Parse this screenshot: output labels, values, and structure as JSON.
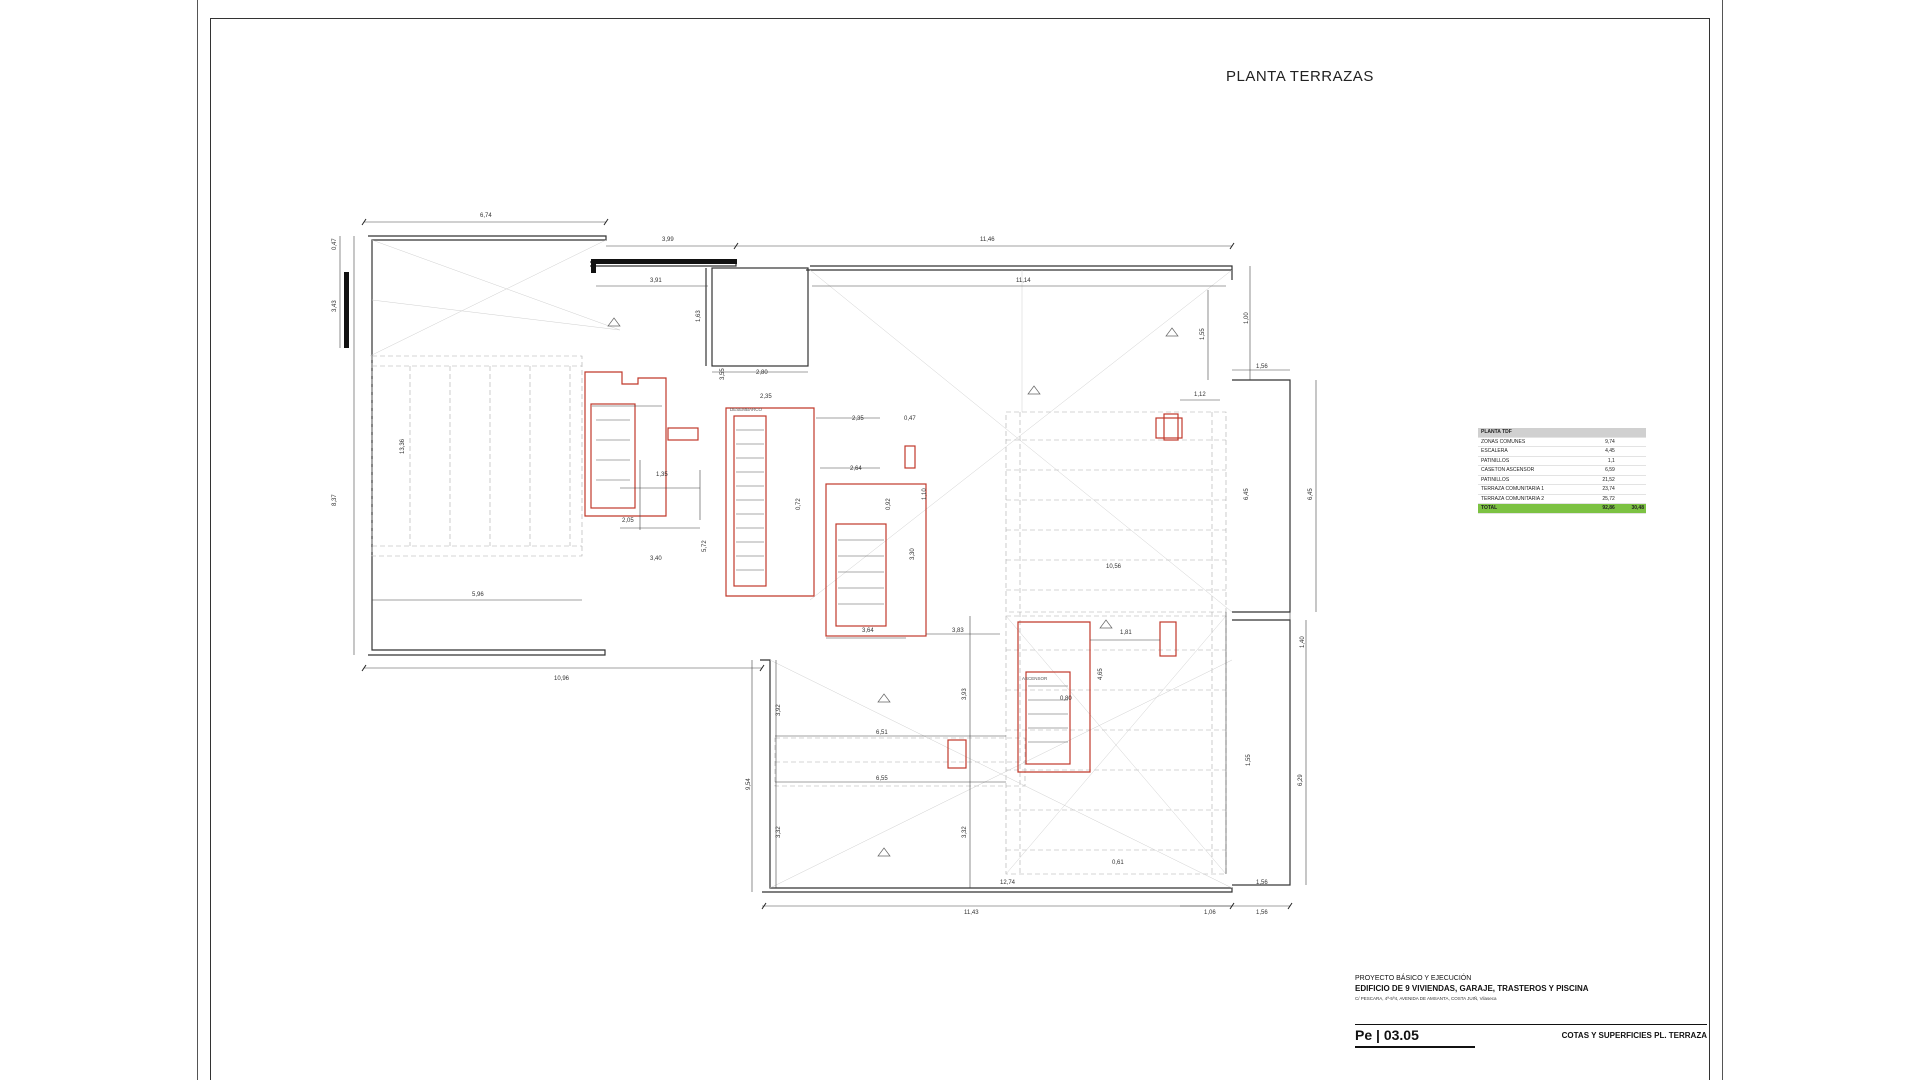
{
  "drawing": {
    "title": "PLANTA TERRAZAS"
  },
  "dimensions": {
    "top_left_width": "6,74",
    "top_mid_width": "3,99",
    "top_right_width": "11,46",
    "inner_right_width": "11,14",
    "inner_top_width": "3,91",
    "left_height_total": "8,37",
    "left_height_upper": "3,43",
    "left_height_top": "0,47",
    "left_bay_height": "13,36",
    "left_bottom_inner": "5,96",
    "left_bottom_total": "10,96",
    "patio_width": "2,80",
    "patio_height": "1,63",
    "corridor_width": "2,35",
    "stair_width_a": "1,35",
    "stair_width_b": "2,05",
    "hall_width": "3,40",
    "hall_height": "5,72",
    "right_width_a": "2,35",
    "right_width_b": "0,47",
    "right_width_c": "2,64",
    "right_width_d": "3,64",
    "right_width_e": "3,83",
    "right_width_f": "1,81",
    "right_roof_width": "10,56",
    "right_roof_height": "6,45",
    "right_outer_height": "6,45",
    "right_small_height": "1,00",
    "right_small_width": "1,56",
    "right_small_b": "1,12",
    "right_small_c": "1,55",
    "right_lower_height_a": "1,40",
    "right_lower_height_b": "6,29",
    "right_lower_height_c": "1,55",
    "lower_width_a": "6,51",
    "lower_width_b": "6,55",
    "lower_width_total": "11,43",
    "lower_height_total": "9,54",
    "lower_height_a": "3,92",
    "lower_height_b": "3,32",
    "lower_height_c": "3,93",
    "lower_height_d": "3,32",
    "lower_right_a": "12,74",
    "lower_right_b": "1,06",
    "lower_right_c": "1,56",
    "lower_right_d": "1,56",
    "right_stair_width": "0,80",
    "right_core_b": "0,61",
    "center_core_a": "3,55",
    "center_core_b": "3,30",
    "center_core_c": "0,72",
    "center_core_d": "1,10",
    "center_core_e": "0,92",
    "right_core_a": "4,65"
  },
  "stair_labels": [
    "DESEMBARCO",
    "ASCENSOR"
  ],
  "surfaces": {
    "header": "PLANTA TDF",
    "rows": [
      {
        "name": "ZONAS COMUNES",
        "value": "9,74",
        "extra": ""
      },
      {
        "name": "ESCALERA",
        "value": "4,45",
        "extra": ""
      },
      {
        "name": "PATINILLOS",
        "value": "1,1",
        "extra": ""
      },
      {
        "name": "CASETON ASCENSOR",
        "value": "6,59",
        "extra": ""
      },
      {
        "name": "PATINILLOS",
        "value": "21,52",
        "extra": ""
      },
      {
        "name": "TERRAZA COMUNITARIA 1",
        "value": "23,74",
        "extra": ""
      },
      {
        "name": "TERRAZA COMUNITARIA 2",
        "value": "25,72",
        "extra": ""
      }
    ],
    "total": {
      "name": "TOTAL",
      "value": "92,86",
      "extra": "30,48"
    }
  },
  "title_block": {
    "project_type": "PROYECTO BÁSICO Y EJECUCIÓN",
    "project_name": "EDIFICIO DE 9 VIVIENDAS, GARAJE, TRASTEROS Y PISCINA",
    "address": "C/ PESCARA, 4ª-5ª4, AVENIDA DE AMSANTA, COSTA JUIÑ, Vilaseca",
    "sheet_code": "Pe | 03.05",
    "sheet_title": "COTAS Y SUPERFICIES PL. TERRAZA"
  },
  "colors": {
    "core_outline": "#c0392b",
    "line": "#333333",
    "hatch": "#999999",
    "total_fill": "#7cc242"
  }
}
